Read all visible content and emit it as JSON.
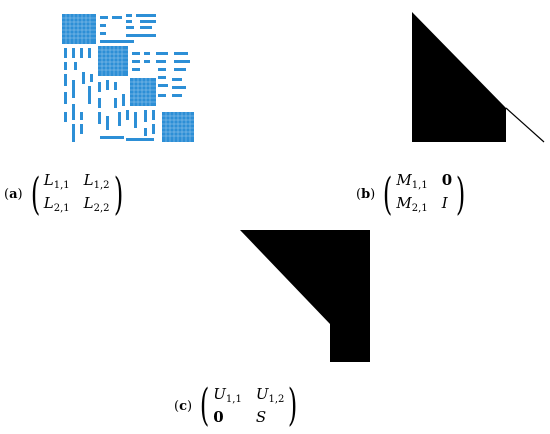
{
  "panel_a": {
    "label": "(a)",
    "matrix": [
      [
        "L",
        "1,1",
        "L",
        "1,2"
      ],
      [
        "L",
        "2,1",
        "L",
        "2,2"
      ]
    ]
  },
  "panel_b": {
    "label": "(b)",
    "matrix": [
      [
        "M",
        "1,1",
        "0",
        ""
      ],
      [
        "M",
        "2,1",
        "I",
        ""
      ]
    ]
  },
  "panel_c": {
    "label": "(c)",
    "matrix": [
      [
        "U",
        "1,1",
        "U",
        "1,2"
      ],
      [
        "0",
        "",
        "S",
        ""
      ]
    ]
  },
  "colors": {
    "sparse": "#2d8fd6",
    "block": "#000000"
  }
}
